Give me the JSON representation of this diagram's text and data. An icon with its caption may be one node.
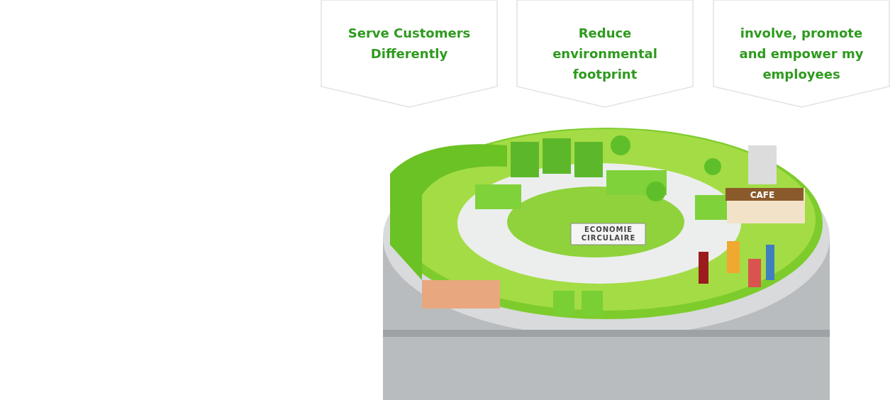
{
  "diagram": {
    "nodes": [
      {
        "text": [
          "Serve Customers Differently"
        ]
      },
      {
        "text": [
          "Reduce environmental footprint"
        ]
      },
      {
        "text": [
          "involve, promote and empower my employees"
        ]
      }
    ],
    "labels": [
      "ECONOMIE CIRCULAIRE",
      "CAFE"
    ]
  }
}
